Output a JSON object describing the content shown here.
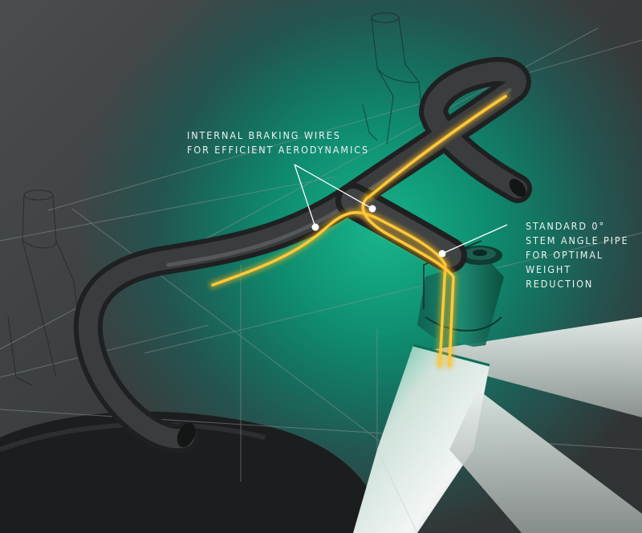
{
  "callouts": {
    "brake_wires": {
      "lines": [
        "INTERNAL BRAKING WIRES",
        "FOR EFFICIENT AERODYNAMICS"
      ]
    },
    "stem": {
      "lines": [
        "STANDARD 0°",
        "STEM ANGLE PIPE",
        "FOR OPTIMAL",
        "WEIGHT",
        "REDUCTION"
      ]
    }
  },
  "colors": {
    "background": "#3a3d3e",
    "glow": "#19b48c",
    "wire": "#f5b21c",
    "handlebar": "#2a2b2c",
    "frame": "#e6ece9",
    "callout_text": "#eef2f0"
  }
}
